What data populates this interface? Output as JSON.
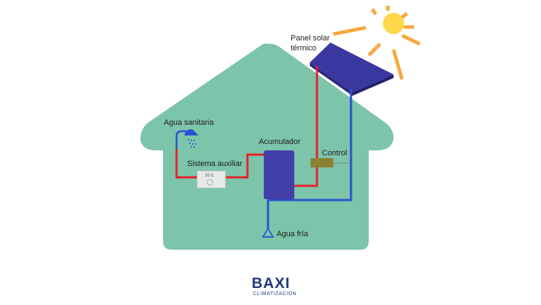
{
  "labels": {
    "panel_line1": "Panel solar",
    "panel_line2": "térmico",
    "agua_sanitaria": "Agua sanitaria",
    "acumulador": "Acumulador",
    "control": "Control",
    "sistema_auxiliar": "Sistema auxiliar",
    "aux_display": "20.0.",
    "agua_fria": "Agua fría"
  },
  "brand": {
    "name": "BAXI",
    "tagline": "CLIMATIZACIÓN"
  },
  "colors": {
    "house": "#7cc4aa",
    "hot_pipe": "#e8202a",
    "cold_pipe": "#2b4fd4",
    "tank": "#4240a8",
    "panel": "#3a38a0",
    "control": "#8c8033",
    "sun": "#ffd84a",
    "sun_rays": "#f7a940",
    "brand": "#1f3a7a"
  },
  "icons": [
    "shower-icon",
    "cold-water-inlet-icon",
    "sun-icon",
    "thermostat-icon"
  ]
}
